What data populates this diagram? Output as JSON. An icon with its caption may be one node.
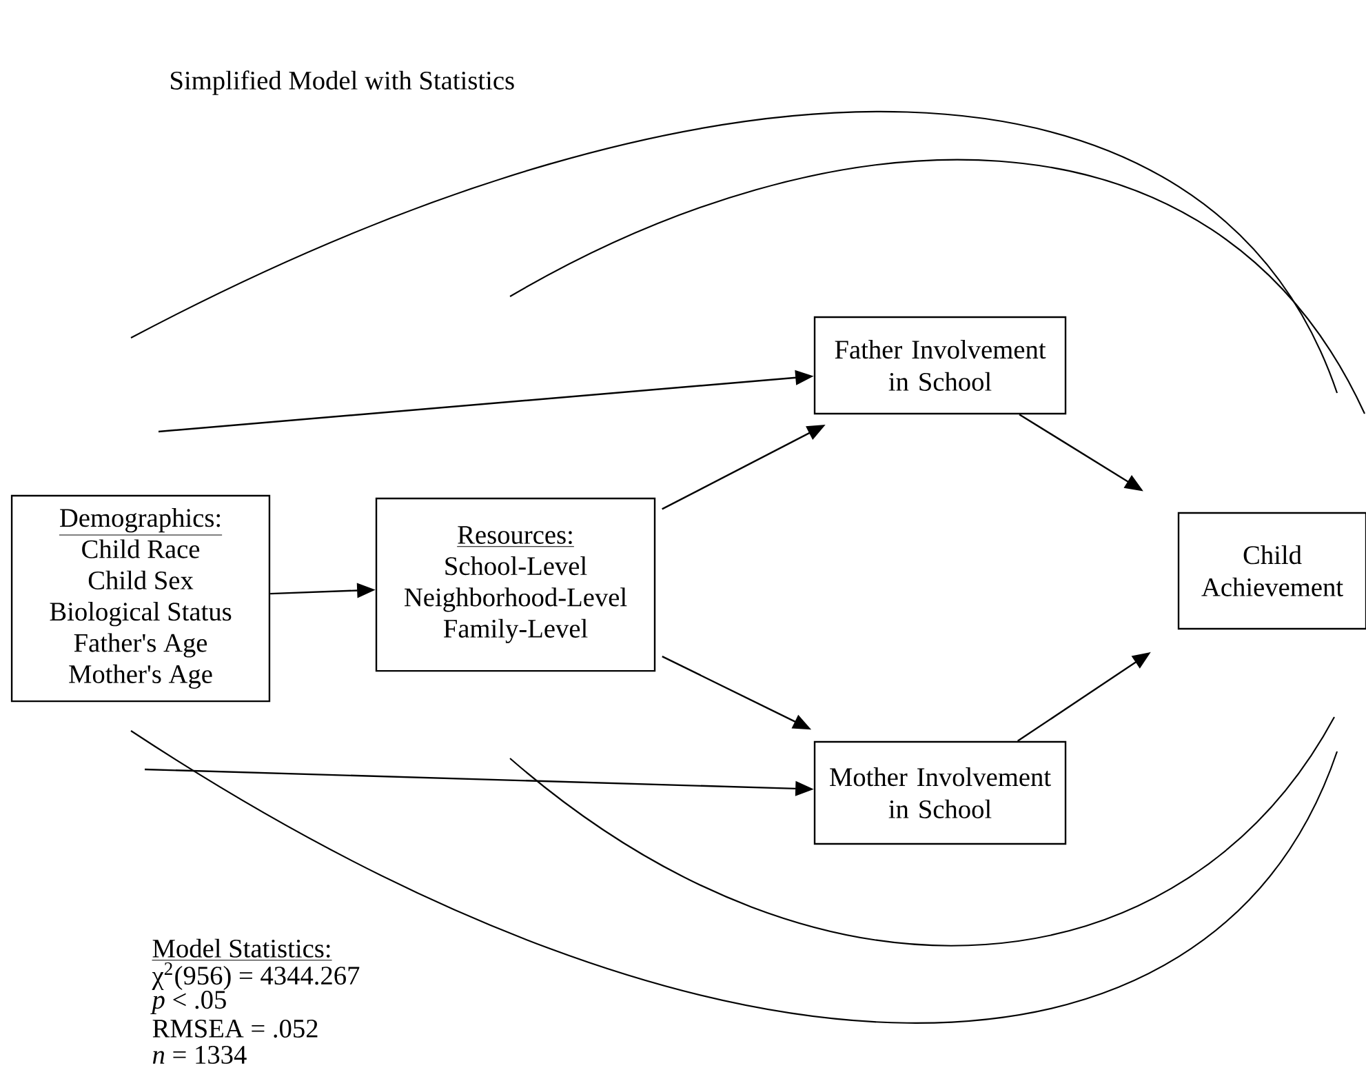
{
  "diagram": {
    "title": "Simplified Model with Statistics",
    "nodes": [
      {
        "text": [
          "Demographics:",
          "Child Race",
          "Child Sex",
          "Biological Status",
          "Father's Age",
          "Mother's Age"
        ]
      },
      {
        "text": [
          "Resources:",
          "School-Level",
          "Neighborhood-Level",
          "Family-Level"
        ]
      },
      {
        "text": [
          "Father Involvement in School"
        ]
      },
      {
        "text": [
          "Mother Involvement in School"
        ]
      },
      {
        "text": [
          "Child Achievement"
        ]
      }
    ],
    "edges": [
      {
        "from": 0,
        "to": 1,
        "arrow": "to"
      },
      {
        "from": 1,
        "to": 2,
        "arrow": "to"
      },
      {
        "from": 1,
        "to": 3,
        "arrow": "to"
      },
      {
        "from": null,
        "to": 2,
        "arrow": "to"
      },
      {
        "from": null,
        "to": 3,
        "arrow": "to"
      },
      {
        "from": 2,
        "to": 4,
        "arrow": "to"
      },
      {
        "from": 3,
        "to": 4,
        "arrow": "to"
      }
    ],
    "labels": [
      "Model Statistics:",
      "χ$^{2}$(956) = 4344.267",
      "*p* < .05",
      "RMSEA = .052",
      "*n* = 1334"
    ]
  }
}
